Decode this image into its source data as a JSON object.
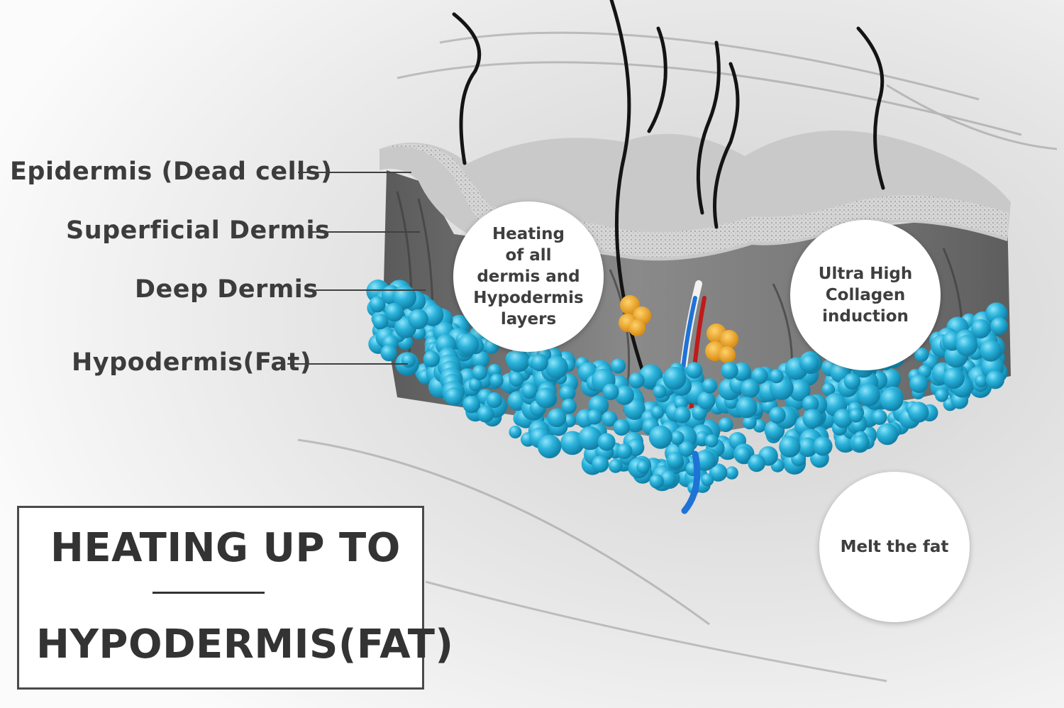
{
  "layers": {
    "epidermis": "Epidermis (Dead cells)",
    "superficial_dermis": "Superficial Dermis",
    "deep_dermis": "Deep Dermis",
    "hypodermis": "Hypodermis(Fat)"
  },
  "bubbles": {
    "heating": "Heating\nof all\ndermis and\nHypodermis\nlayers",
    "collagen": "Ultra High\nCollagen\ninduction",
    "melt": "Melt the fat"
  },
  "title": {
    "line1": "HEATING UP TO",
    "line2": "HYPODERMIS(FAT)"
  },
  "colors": {
    "fat": "#1fa6cf",
    "fat_highlight": "#6fd6f2",
    "gland": "#f0a824",
    "vein": "#1f73d6",
    "artery": "#c01a1a",
    "text": "#3c3c3c"
  }
}
